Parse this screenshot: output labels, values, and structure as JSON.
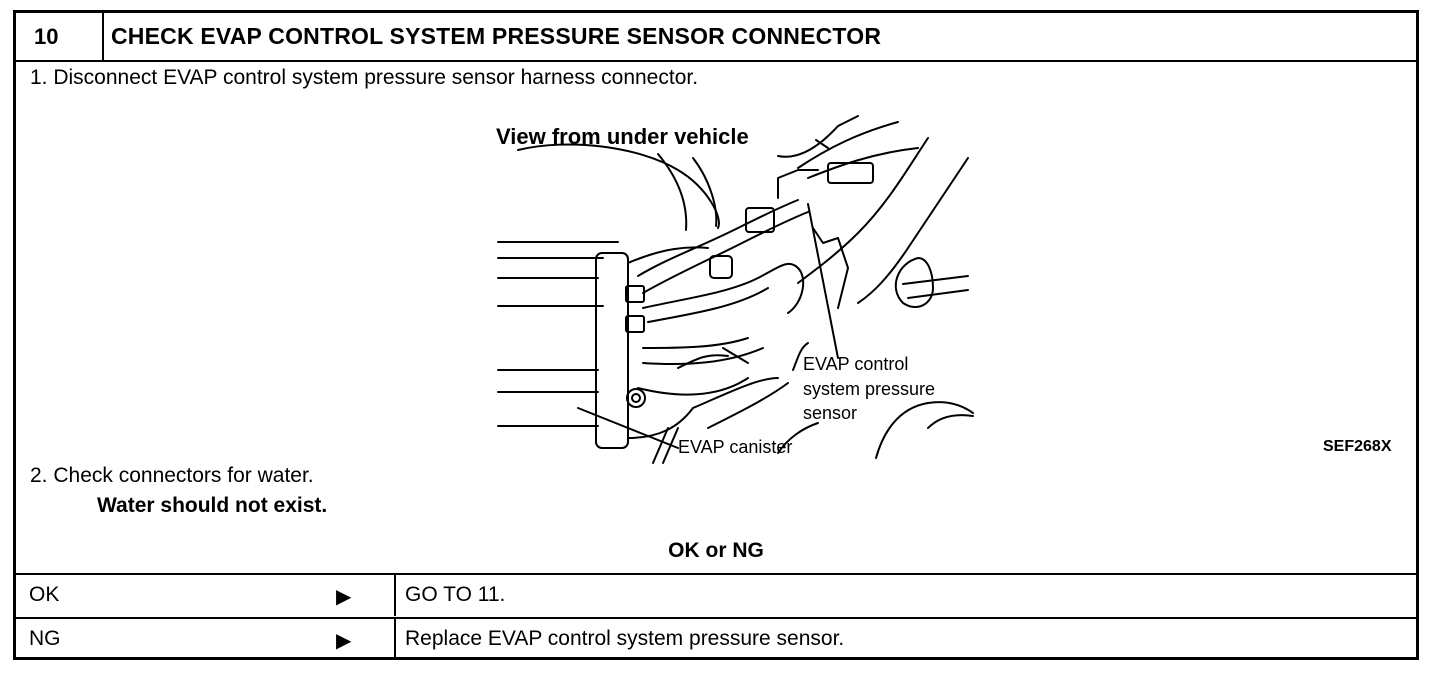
{
  "header": {
    "step_number": "10",
    "title": "CHECK EVAP CONTROL SYSTEM PRESSURE SENSOR CONNECTOR"
  },
  "steps": {
    "step1": "1. Disconnect EVAP control system pressure sensor harness connector.",
    "step2": "2. Check connectors for water.",
    "step2_result": "Water should not exist."
  },
  "figure": {
    "view_label": "View from under vehicle",
    "sensor_label_line1": "EVAP control",
    "sensor_label_line2": "system pressure",
    "sensor_label_line3": "sensor",
    "canister_label": "EVAP canister",
    "figure_code": "SEF268X"
  },
  "decision": {
    "prompt": "OK or NG",
    "rows": [
      {
        "label": "OK",
        "arrow": "▶",
        "action": "GO TO 11."
      },
      {
        "label": "NG",
        "arrow": "▶",
        "action": "Replace EVAP control system pressure sensor."
      }
    ]
  }
}
